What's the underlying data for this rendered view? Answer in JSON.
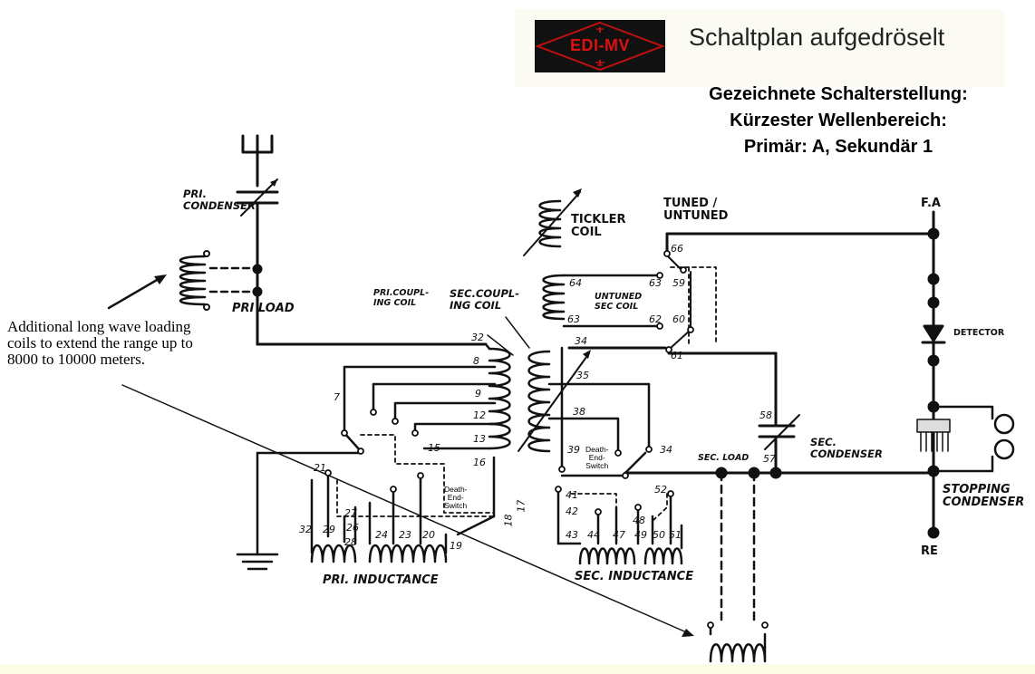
{
  "header": {
    "logo_text": "EDI-MV",
    "title": "Schaltplan aufgedröselt",
    "state_lines": [
      "Gezeichnete Schalterstellung:",
      "Kürzester Wellenbereich:",
      "Primär: A,  Sekundär 1"
    ]
  },
  "annotation": "Additional long wave loading coils to extend the range up to 8000 to 10000 meters.",
  "labels": {
    "pri_condenser": [
      "PRI.",
      "CONDENSER"
    ],
    "pri_load": "PRI LOAD",
    "tickler": [
      "TICKLER",
      "COIL"
    ],
    "tuned": [
      "TUNED /",
      "UNTUNED"
    ],
    "fa": "F.A",
    "detector": "DETECTOR",
    "pri_coupling": [
      "PRI.COUPL-",
      "ING COIL"
    ],
    "sec_coupling": [
      "SEC.COUPL-",
      "ING COIL"
    ],
    "untuned_sec": [
      "UNTUNED",
      "SEC COIL"
    ],
    "sec_condenser": [
      "SEC.",
      "CONDENSER"
    ],
    "sec_load": "SEC. LOAD",
    "stopping": [
      "STOPPING",
      "CONDENSER"
    ],
    "re": "RE",
    "pri_inductance": "PRI. INDUCTANCE",
    "sec_inductance": "SEC. INDUCTANCE",
    "death_end_switch": [
      "Death-",
      "End-",
      "Switch"
    ]
  },
  "terminals": [
    "66",
    "64",
    "63",
    "59",
    "62",
    "60",
    "63",
    "61",
    "32",
    "34",
    "8",
    "35",
    "9",
    "38",
    "12",
    "13",
    "39",
    "34",
    "16",
    "15",
    "7",
    "21",
    "58",
    "57",
    "52",
    "41",
    "42",
    "43",
    "44",
    "47",
    "48",
    "49",
    "50",
    "51",
    "32",
    "29",
    "26",
    "27",
    "28",
    "24",
    "23",
    "20",
    "19",
    "18",
    "17"
  ]
}
